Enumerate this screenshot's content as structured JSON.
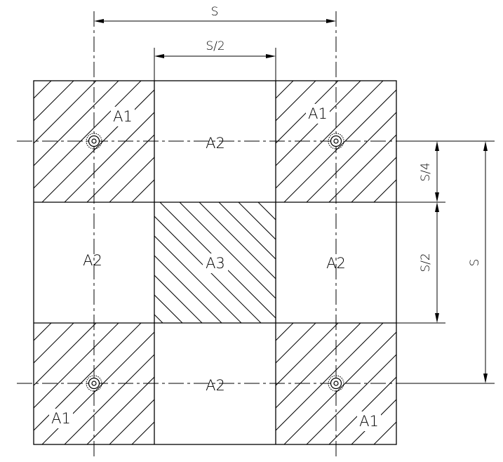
{
  "dimensions": {
    "overall_horizontal": "S",
    "center_horizontal": "S/2",
    "top_vertical": "S/4",
    "middle_vertical": "S/2",
    "overall_vertical": "S"
  },
  "areas": {
    "a1_top_left": "A1",
    "a1_top_right": "A1",
    "a1_bottom_left": "A1",
    "a1_bottom_right": "A1",
    "a2_top": "A2",
    "a2_left": "A2",
    "a2_right": "A2",
    "a2_bottom": "A2",
    "a3_center": "A3"
  }
}
